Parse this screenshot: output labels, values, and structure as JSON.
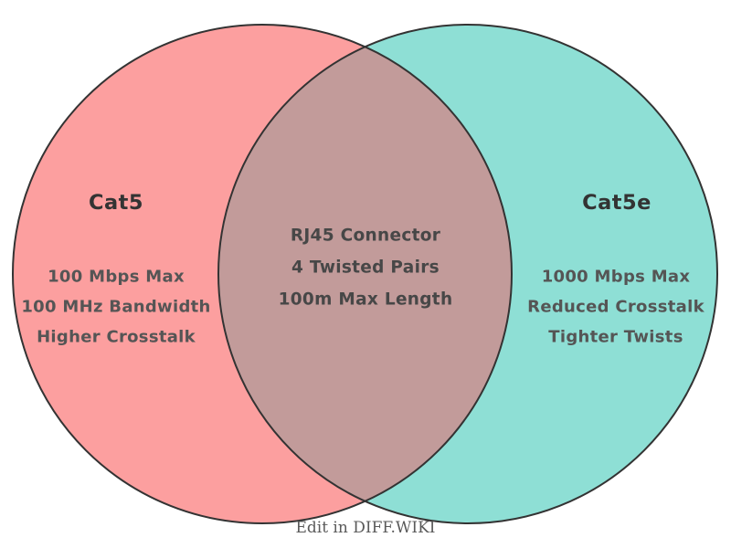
{
  "diagram": {
    "type": "venn",
    "colors": {
      "left_fill": "#FC9F9F",
      "right_fill": "#8EDFD5",
      "overlap_fill": "#C29B9A",
      "stroke": "#333333"
    },
    "left": {
      "title": "Cat5",
      "items": [
        "100 Mbps Max",
        "100 MHz Bandwidth",
        "Higher Crosstalk"
      ]
    },
    "right": {
      "title": "Cat5e",
      "items": [
        "1000 Mbps Max",
        "Reduced Crosstalk",
        "Tighter Twists"
      ]
    },
    "overlap": {
      "items": [
        "RJ45 Connector",
        "4 Twisted Pairs",
        "100m Max Length"
      ]
    },
    "caption": "Edit in DIFF.WIKI"
  }
}
